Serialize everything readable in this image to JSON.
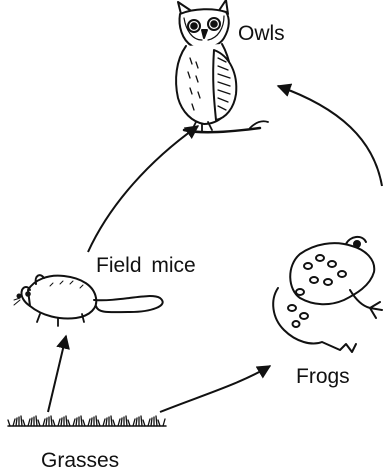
{
  "diagram": {
    "organisms": {
      "owls": {
        "label": "Owls",
        "icon": "owl-icon"
      },
      "field_mice": {
        "label": "Field  mice",
        "icon": "mouse-icon"
      },
      "frogs": {
        "label": "Frogs",
        "icon": "frog-icon"
      },
      "grasses": {
        "label": "Grasses",
        "icon": "grass-icon"
      }
    },
    "links": [
      {
        "from": "Grasses",
        "to": "Field  mice"
      },
      {
        "from": "Grasses",
        "to": "Frogs"
      },
      {
        "from": "Field  mice",
        "to": "Owls"
      },
      {
        "from": "Frogs",
        "to": "Owls"
      }
    ],
    "colors": {
      "ink": "#111111",
      "background": "#ffffff"
    }
  }
}
